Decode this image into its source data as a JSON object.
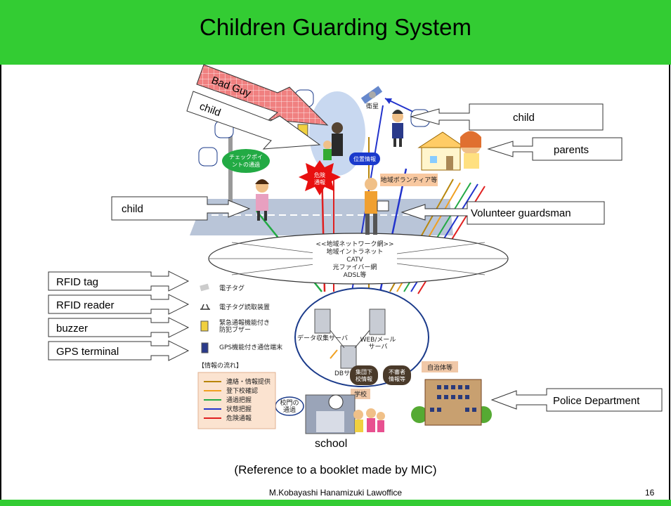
{
  "slide": {
    "title": "Children Guarding System",
    "reference": "(Reference to a booklet made by MIC)",
    "footer": "M.Kobayashi Hanamizuki Lawoffice",
    "page_number": "16",
    "colors": {
      "title_bar": "#33cc33",
      "bad_guy_fill": "#f08080"
    }
  },
  "callouts": {
    "bad_guy": "Bad Guy",
    "child_top_left": "child",
    "child_top_right": "child",
    "parents": "parents",
    "child_left": "child",
    "volunteer": "Volunteer guardsman",
    "rfid_tag": "RFID tag",
    "rfid_reader": "RFID reader",
    "buzzer": "buzzer",
    "gps": "GPS terminal",
    "police": "Police Department",
    "school": "school"
  },
  "illustration": {
    "checkpoint": [
      "チェックポイ",
      "ントの通過"
    ],
    "danger": [
      "危険",
      "通報"
    ],
    "position_info": "位置情報",
    "satellite": "衛星",
    "local_volunteer": "地域ボランティア等",
    "network": [
      "<<地域ネットワーク網>>",
      "地域イントラネット",
      "CATV",
      "光ファイバー網",
      "ADSL等"
    ],
    "legend_devices": [
      "電子タグ",
      "電子タグ読取装置",
      "緊急通報機能付き",
      "防犯ブザー",
      "GPS機能付き通信端末"
    ],
    "flow_title": "【情報の流れ】",
    "flow_items": [
      "連絡・情報提供",
      "登下校確認",
      "通過把握",
      "状態把握",
      "危険通報"
    ],
    "flow_colors": [
      "#b8860b",
      "#f0a020",
      "#22aa44",
      "#2233cc",
      "#e02020"
    ],
    "servers": [
      "データ収集サーバ",
      "WEB/メール",
      "サーバ",
      "DBサーバ"
    ],
    "school_badges": [
      "集団下",
      "校情報",
      "不審者",
      "情報等"
    ],
    "gate": [
      "校門の",
      "通過"
    ],
    "school_sign": "学校",
    "municipality": "自治体等"
  }
}
